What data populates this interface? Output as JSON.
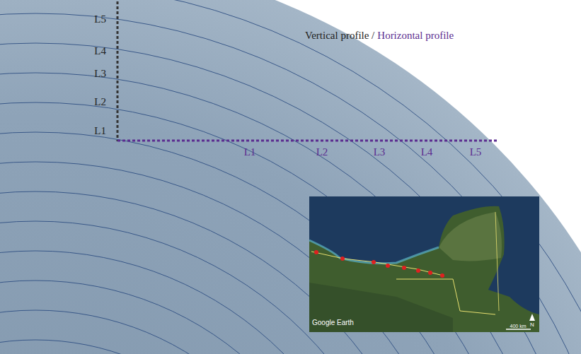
{
  "diagram": {
    "labels": [
      "L5",
      "L4",
      "L3",
      "L2",
      "L1",
      "L1",
      "L2",
      "L3",
      "L4",
      "L5",
      "Vertical profile /",
      "Horizontal profile",
      "Google Earth",
      "N",
      "400 km"
    ]
  }
}
